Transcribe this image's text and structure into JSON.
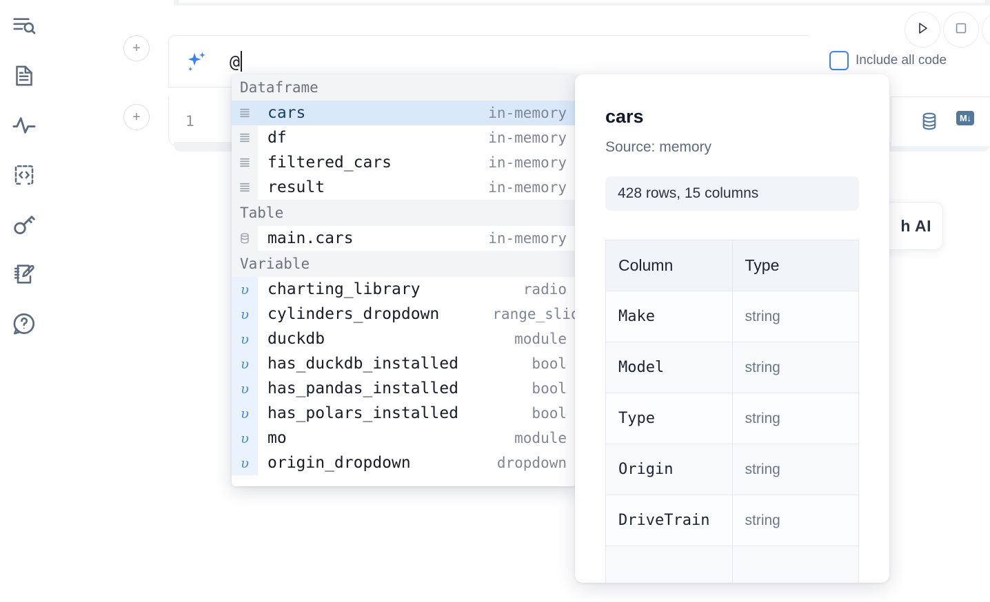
{
  "sidebar": {
    "items": [
      {
        "icon": "outline-search-icon",
        "name": "sidebar-item-outline"
      },
      {
        "icon": "document-icon",
        "name": "sidebar-item-files"
      },
      {
        "icon": "activity-pulse-icon",
        "name": "sidebar-item-activity"
      },
      {
        "icon": "code-brackets-icon",
        "name": "sidebar-item-snippets"
      },
      {
        "icon": "key-icon",
        "name": "sidebar-item-secrets"
      },
      {
        "icon": "notebook-pencil-icon",
        "name": "sidebar-item-scratchpad"
      },
      {
        "icon": "question-chat-icon",
        "name": "sidebar-item-help"
      }
    ]
  },
  "ai_cell": {
    "sparkle_icon": "ai-sparkle-icon",
    "input_value": "@",
    "add_button_label": "+"
  },
  "code_cell": {
    "line_number": "1",
    "add_button_label": "+",
    "database_icon": "database-icon",
    "markdown_icon": "markdown-icon",
    "markdown_badge_label": "M"
  },
  "toolbar": {
    "run_icon": "play-triangle-icon",
    "stop_icon": "stop-square-icon",
    "extra_icon": "circle-icon",
    "include_all_code_label": "Include all code",
    "include_all_code_checked": false
  },
  "ai_chip": {
    "label": "h AI"
  },
  "autocomplete": {
    "groups": [
      {
        "label": "Dataframe",
        "icon": "table-rows-icon",
        "items": [
          {
            "name": "cars",
            "type": "in-memory",
            "selected": true
          },
          {
            "name": "df",
            "type": "in-memory",
            "selected": false
          },
          {
            "name": "filtered_cars",
            "type": "in-memory",
            "selected": false
          },
          {
            "name": "result",
            "type": "in-memory",
            "selected": false
          }
        ]
      },
      {
        "label": "Table",
        "icon": "database-icon",
        "items": [
          {
            "name": "main.cars",
            "type": "in-memory",
            "selected": false
          }
        ]
      },
      {
        "label": "Variable",
        "icon": "variable-upsilon-icon",
        "items": [
          {
            "name": "charting_library",
            "type": "radio",
            "selected": false
          },
          {
            "name": "cylinders_dropdown",
            "type": "range_slider",
            "selected": false
          },
          {
            "name": "duckdb",
            "type": "module",
            "selected": false
          },
          {
            "name": "has_duckdb_installed",
            "type": "bool",
            "selected": false
          },
          {
            "name": "has_pandas_installed",
            "type": "bool",
            "selected": false
          },
          {
            "name": "has_polars_installed",
            "type": "bool",
            "selected": false
          },
          {
            "name": "mo",
            "type": "module",
            "selected": false
          },
          {
            "name": "origin_dropdown",
            "type": "dropdown",
            "selected": false
          }
        ]
      }
    ]
  },
  "info_panel": {
    "title": "cars",
    "source": "Source: memory",
    "shape": "428 rows, 15 columns",
    "columns_header": "Column",
    "type_header": "Type",
    "rows": [
      {
        "column": "Make",
        "type": "string"
      },
      {
        "column": "Model",
        "type": "string"
      },
      {
        "column": "Type",
        "type": "string"
      },
      {
        "column": "Origin",
        "type": "string"
      },
      {
        "column": "DriveTrain",
        "type": "string"
      }
    ]
  },
  "colors": {
    "accent_blue": "#3b82f6",
    "selection_blue": "#d9e9fa",
    "icon_slate": "#5c6b80",
    "panel_icon": "#53799a",
    "muted_text": "#7e8795"
  }
}
